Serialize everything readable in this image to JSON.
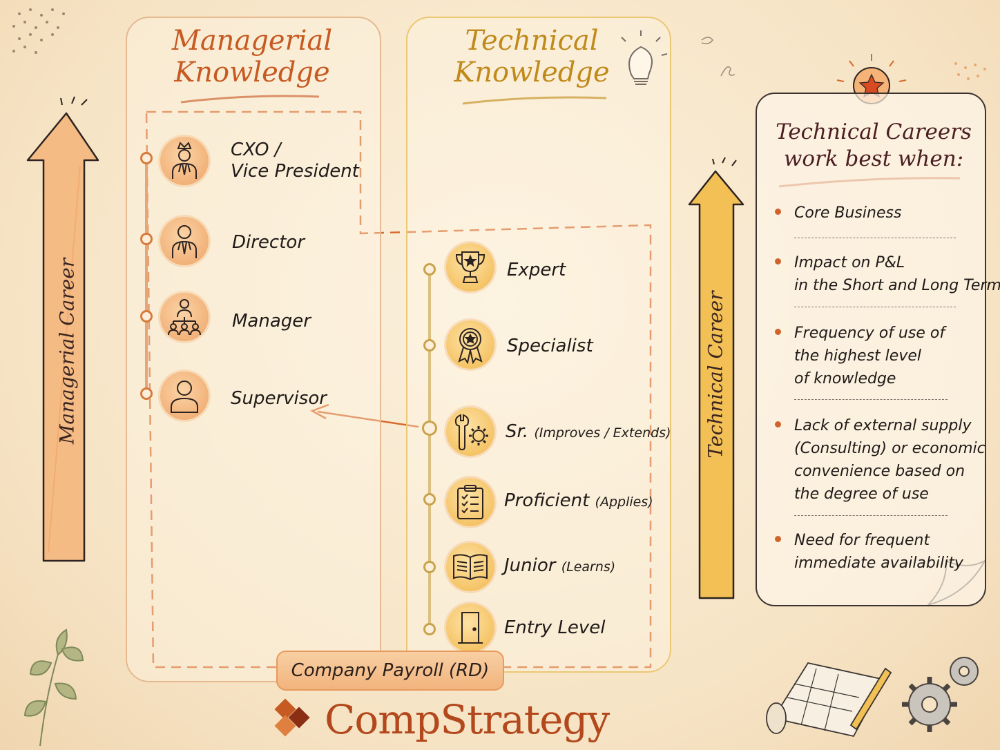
{
  "managerial": {
    "title_line1": "Managerial",
    "title_line2": "Knowledge",
    "career_label": "Managerial Career",
    "roles": [
      {
        "line1": "CXO /",
        "line2": "Vice President",
        "icon": "executive-crown-icon"
      },
      {
        "line1": "Director",
        "icon": "director-person-icon"
      },
      {
        "line1": "Manager",
        "icon": "manager-team-icon"
      },
      {
        "line1": "Supervisor",
        "icon": "supervisor-person-icon"
      }
    ]
  },
  "technical": {
    "title_line1": "Technical",
    "title_line2": "Knowledge",
    "career_label": "Technical Career",
    "roles": [
      {
        "main": "Expert",
        "sub": "",
        "icon": "trophy-icon"
      },
      {
        "main": "Specialist",
        "sub": "",
        "icon": "award-ribbon-icon"
      },
      {
        "main": "Sr.",
        "sub": "(Improves / Extends)",
        "icon": "wrench-gear-icon"
      },
      {
        "main": "Proficient",
        "sub": "(Applies)",
        "icon": "checklist-clipboard-icon"
      },
      {
        "main": "Junior",
        "sub": "(Learns)",
        "icon": "open-book-icon"
      },
      {
        "main": "Entry Level",
        "sub": "",
        "icon": "door-icon"
      }
    ]
  },
  "card": {
    "title_line1": "Technical Careers",
    "title_line2": "work best when:",
    "bullets": [
      {
        "lines": [
          "Core Business"
        ]
      },
      {
        "lines": [
          "Impact on P&L",
          "in the Short and Long Term"
        ]
      },
      {
        "lines": [
          "Frequency of use of",
          "the highest level",
          "of knowledge"
        ]
      },
      {
        "lines": [
          "Lack of external supply",
          "(Consulting) or economic",
          "convenience based on",
          "the degree of use"
        ]
      },
      {
        "lines": [
          "Need for frequent",
          "immediate availability"
        ]
      }
    ]
  },
  "payroll_label": "Company Payroll (RD)",
  "brand_name": "CompStrategy",
  "colors": {
    "managerial_accent": "#c65a22",
    "technical_accent": "#c08a1a",
    "card_title": "#4a1e22",
    "bullet": "#d0632a"
  }
}
